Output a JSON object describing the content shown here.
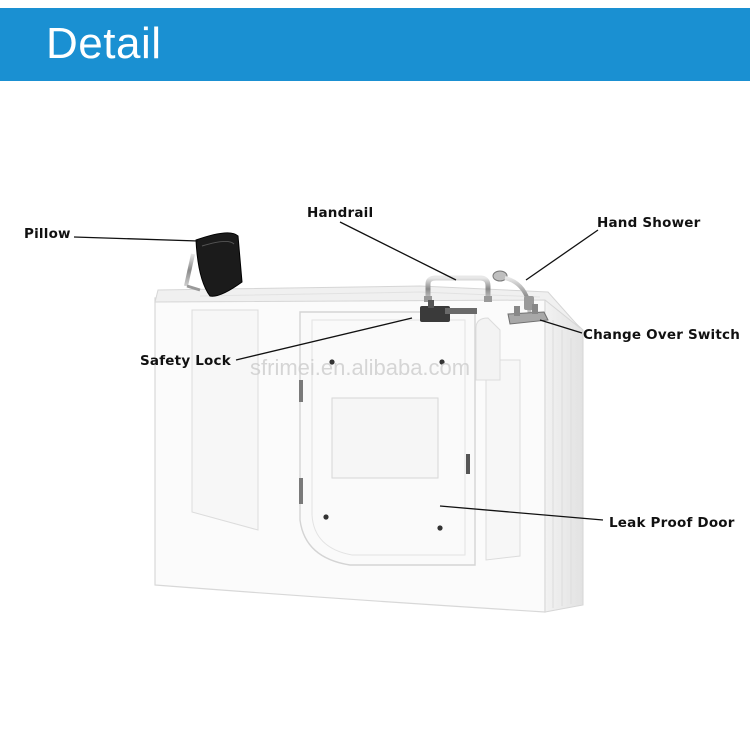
{
  "header": {
    "title": "Detail",
    "bg_color": "#1a90d2"
  },
  "watermark": "sfrimei.en.alibaba.com",
  "labels": {
    "pillow": "Pillow",
    "handrail": "Handrail",
    "hand_shower": "Hand Shower",
    "safety_lock": "Safety Lock",
    "change_over_switch": "Change Over Switch",
    "leak_proof_door": "Leak Proof Door"
  }
}
